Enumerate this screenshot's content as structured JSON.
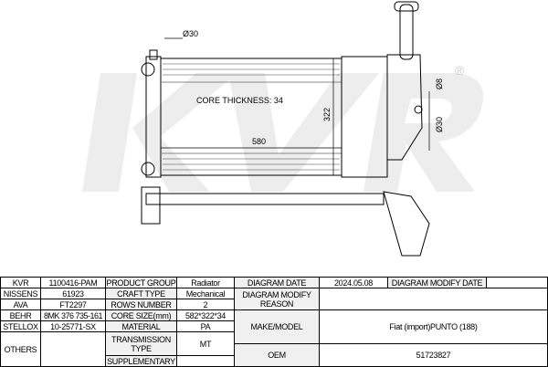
{
  "drawing": {
    "watermark": "KVR",
    "registered": "®",
    "core_thickness": "CORE THICKNESS: 34",
    "width_dim": "580",
    "height_dim": "322",
    "inlet_dia": "Ø30",
    "outlet_dia": "Ø30",
    "small_dia": "Ø8"
  },
  "table": {
    "kvr_label": "KVR",
    "kvr": "1100416-PAM",
    "nissens_label": "NISSENS",
    "nissens": "61923",
    "ava_label": "AVA",
    "ava": "FT2297",
    "behr_label": "BEHR",
    "behr": "8MK 376 735-161",
    "stellox_label": "STELLOX",
    "stellox": "10-25771-SX",
    "others_label": "OTHERS",
    "others": "",
    "product_group_label": "PRODUCT GROUP",
    "product_group": "Radiator",
    "craft_type_label": "CRAFT TYPE",
    "craft_type": "Mechanical",
    "rows_number_label": "ROWS NUMBER",
    "rows_number": "2",
    "core_size_label": "CORE SIZE(mm)",
    "core_size": "582*322*34",
    "material_label": "MATERIAL",
    "material": "PA",
    "transmission_label": "TRANSMISSION TYPE",
    "transmission": "MT",
    "supplementary_label": "SUPPLEMENTARY",
    "supplementary": "",
    "diagram_date_label": "DIAGRAM DATE",
    "diagram_date": "2024.05.08",
    "modify_date_label": "DIAGRAM MODIFY DATE",
    "modify_date": "",
    "modify_reason_label": "DIAGRAM MODIFY REASON",
    "modify_reason": "",
    "make_model_label": "MAKE/MODEL",
    "make_model": "Fiat (import)PUNTO (188)",
    "oem_label": "OEM",
    "oem": "51723827"
  }
}
